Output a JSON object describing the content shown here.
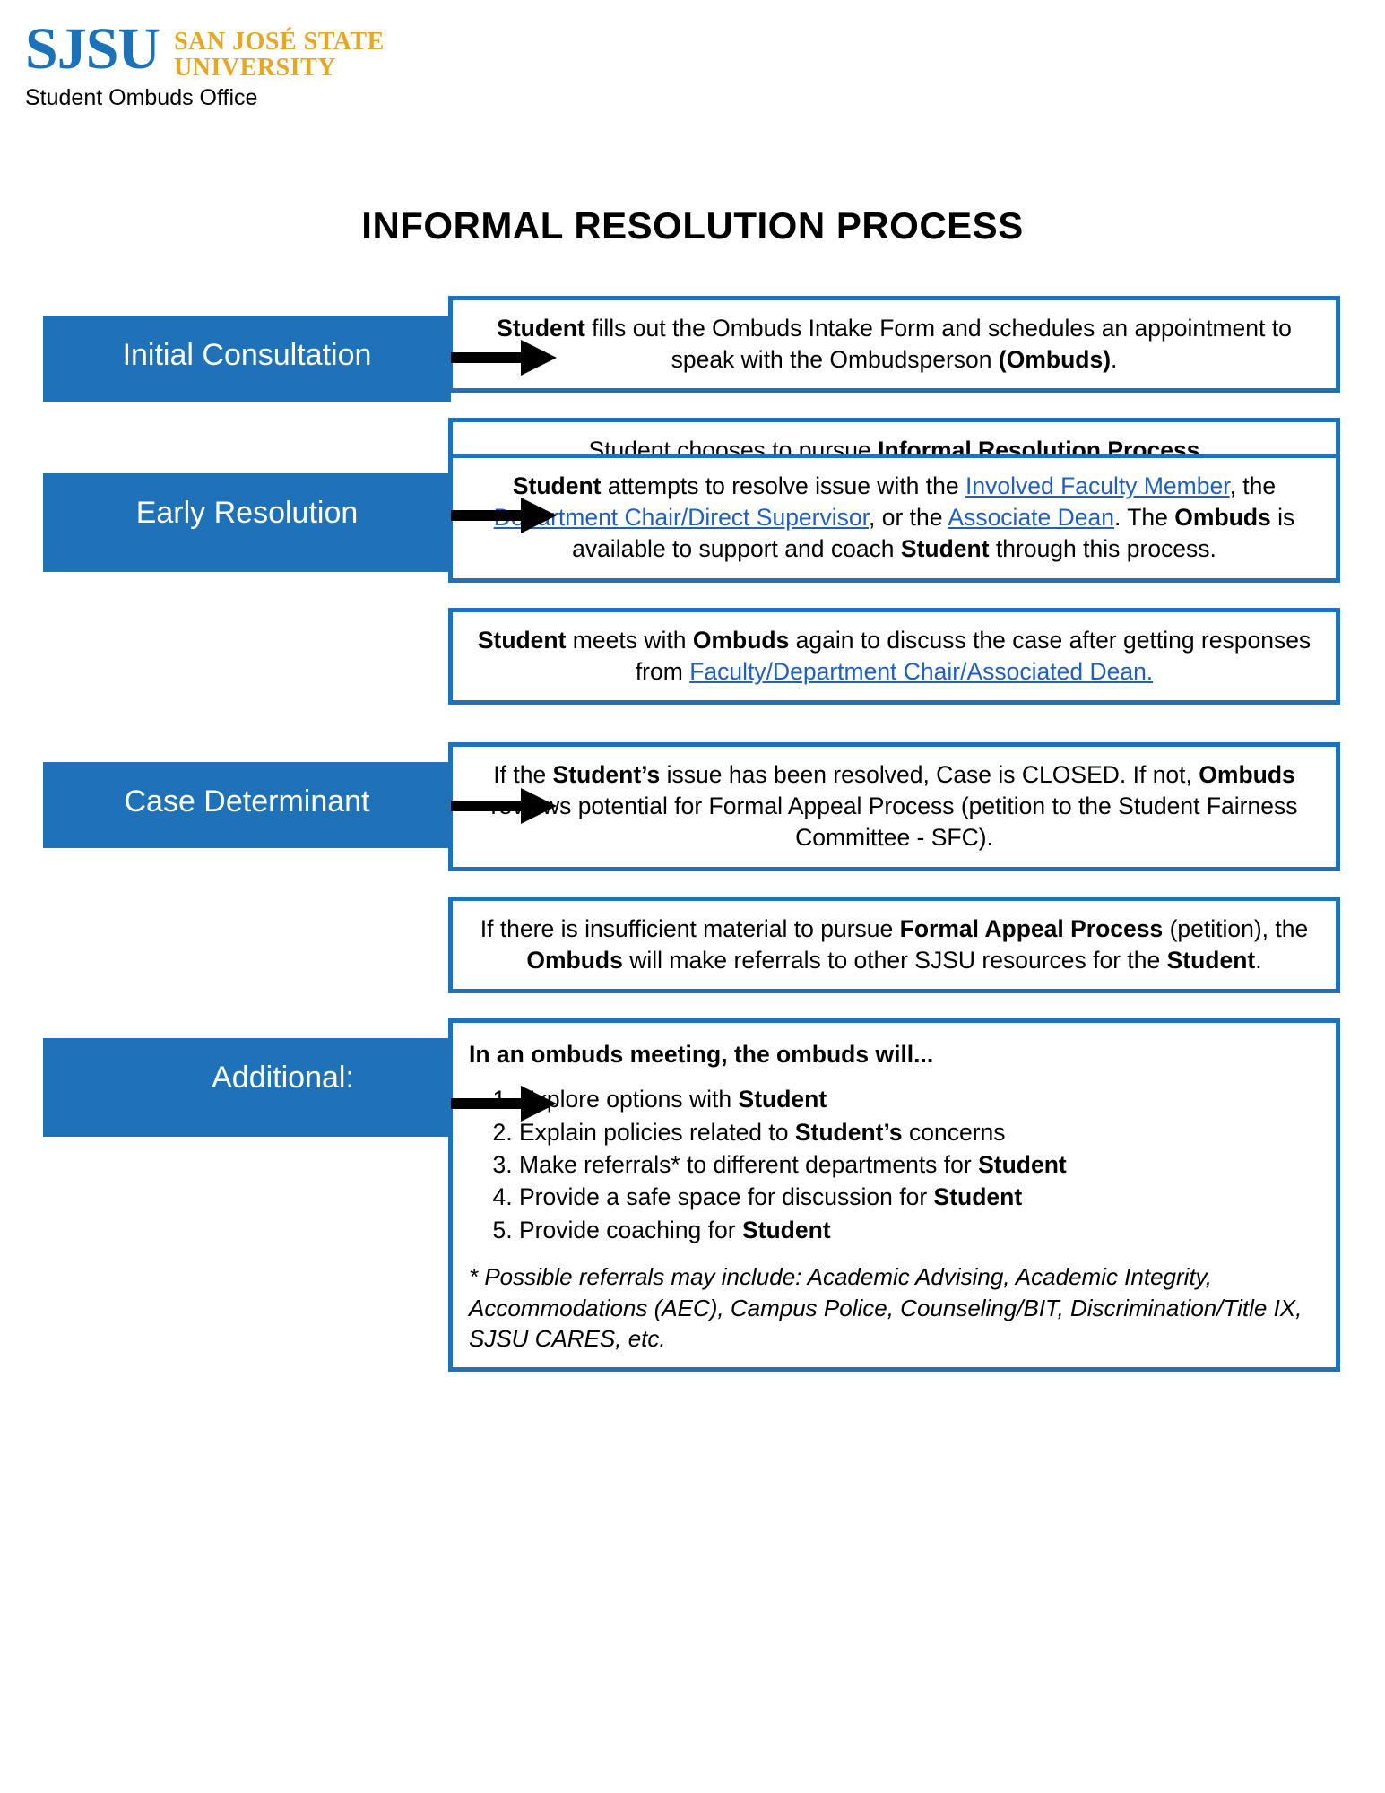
{
  "brand": {
    "logo_mark": "SJSU",
    "logo_line1": "SAN JOSÉ STATE",
    "logo_line2": "UNIVERSITY",
    "office": "Student Ombuds Office",
    "blue": "#1F72B8",
    "gold": "#E5A823",
    "link_blue": "#1F5FC0"
  },
  "title": "INFORMAL RESOLUTION PROCESS",
  "stages": [
    {
      "label": "Initial Consultation",
      "boxes": [
        {
          "id": "intake-form",
          "segments": [
            {
              "text": "Student",
              "style": "bold"
            },
            {
              "text": " fills out the Ombuds Intake Form and schedules an appointment to speak with the Ombudsperson ",
              "style": "normal"
            },
            {
              "text": "(Ombuds)",
              "style": "bold"
            },
            {
              "text": ".",
              "style": "normal"
            }
          ]
        },
        {
          "id": "chooses-informal",
          "segments": [
            {
              "text": "Student chooses to pursue ",
              "style": "normal"
            },
            {
              "text": "Informal Resolution Process",
              "style": "bold"
            }
          ]
        }
      ]
    },
    {
      "label": "Early Resolution",
      "boxes": [
        {
          "id": "resolve-with-faculty",
          "segments": [
            {
              "text": "Student",
              "style": "bold"
            },
            {
              "text": " attempts to resolve issue with the ",
              "style": "normal"
            },
            {
              "text": "Involved Faculty Member",
              "style": "link"
            },
            {
              "text": ", the ",
              "style": "normal"
            },
            {
              "text": "Department Chair/Direct Supervisor",
              "style": "link"
            },
            {
              "text": ", or the ",
              "style": "normal"
            },
            {
              "text": "Associate Dean",
              "style": "link"
            },
            {
              "text": ". The ",
              "style": "normal"
            },
            {
              "text": "Ombuds",
              "style": "bold"
            },
            {
              "text": " is available to support and coach ",
              "style": "normal"
            },
            {
              "text": "Student",
              "style": "bold"
            },
            {
              "text": " through this process.",
              "style": "normal"
            }
          ]
        },
        {
          "id": "meets-again",
          "segments": [
            {
              "text": "Student",
              "style": "bold"
            },
            {
              "text": " meets with ",
              "style": "normal"
            },
            {
              "text": "Ombuds",
              "style": "bold"
            },
            {
              "text": " again to discuss the case after getting responses from ",
              "style": "normal"
            },
            {
              "text": "Faculty/Department Chair/Associated Dean.",
              "style": "link"
            }
          ]
        }
      ]
    },
    {
      "label": "Case Determinant",
      "boxes": [
        {
          "id": "case-closed-or-appeal",
          "segments": [
            {
              "text": "If the ",
              "style": "normal"
            },
            {
              "text": "Student’s",
              "style": "bold"
            },
            {
              "text": " issue has been resolved, Case is CLOSED. If not, ",
              "style": "normal"
            },
            {
              "text": "Ombuds",
              "style": "bold"
            },
            {
              "text": " reviews potential for Formal Appeal Process (petition to the Student Fairness Committee - SFC).",
              "style": "normal"
            }
          ]
        },
        {
          "id": "insufficient-material",
          "segments": [
            {
              "text": "If there is insufficient material to pursue ",
              "style": "normal"
            },
            {
              "text": "Formal Appeal Process",
              "style": "bold"
            },
            {
              "text": " (petition), the ",
              "style": "normal"
            },
            {
              "text": "Ombuds",
              "style": "bold"
            },
            {
              "text": " will make referrals to other SJSU resources for the ",
              "style": "normal"
            },
            {
              "text": "Student",
              "style": "bold"
            },
            {
              "text": ".",
              "style": "normal"
            }
          ]
        }
      ]
    }
  ],
  "additional": {
    "label": "Additional:",
    "heading": "In an ombuds meeting, the ombuds will...",
    "items": [
      [
        {
          "text": "Explore options with ",
          "style": "normal"
        },
        {
          "text": "Student",
          "style": "bold"
        }
      ],
      [
        {
          "text": "Explain policies related to ",
          "style": "normal"
        },
        {
          "text": "Student’s",
          "style": "bold"
        },
        {
          "text": " concerns",
          "style": "normal"
        }
      ],
      [
        {
          "text": "Make referrals* to different departments for ",
          "style": "normal"
        },
        {
          "text": "Student",
          "style": "bold"
        }
      ],
      [
        {
          "text": "Provide a safe space for discussion for ",
          "style": "normal"
        },
        {
          "text": "Student",
          "style": "bold"
        }
      ],
      [
        {
          "text": "Provide coaching for ",
          "style": "normal"
        },
        {
          "text": "Student",
          "style": "bold"
        }
      ]
    ],
    "footnote": "* Possible referrals may include: Academic Advising, Academic Integrity, Accommodations (AEC), Campus Police, Counseling/BIT, Discrimination/Title IX, SJSU CARES, etc."
  }
}
